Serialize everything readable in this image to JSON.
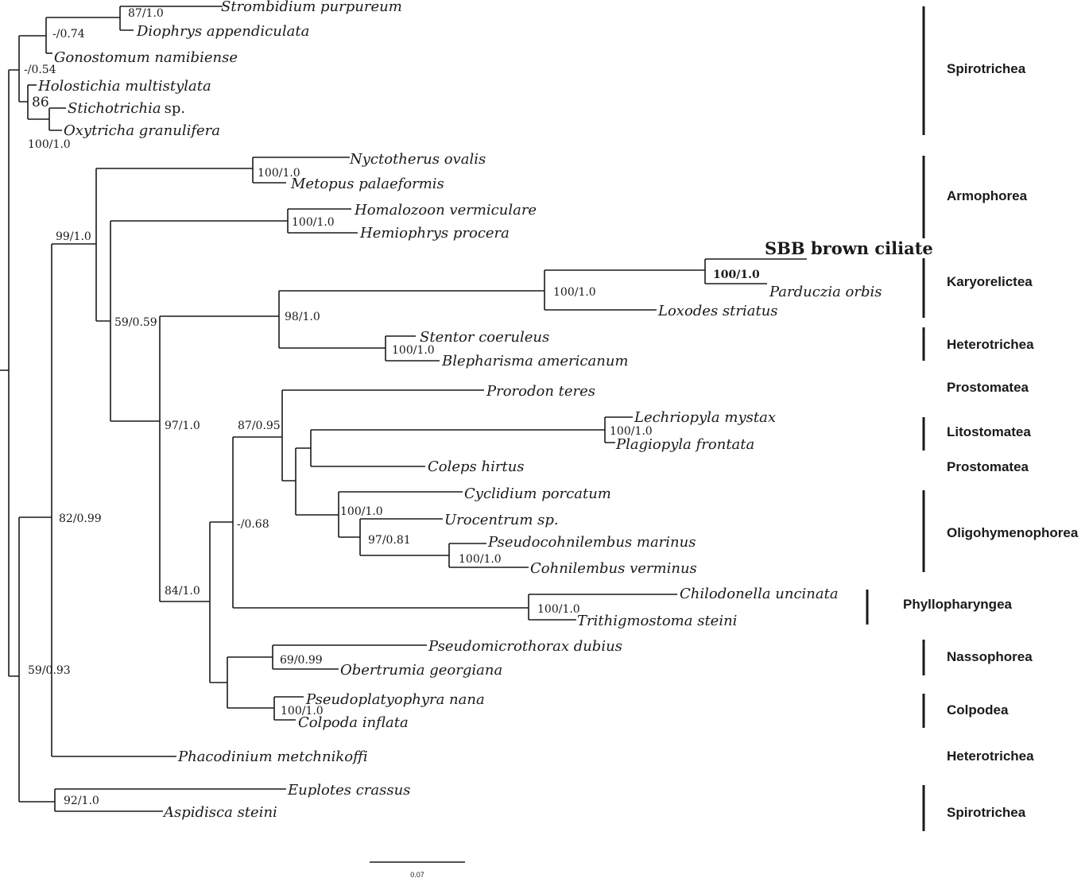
{
  "taxa": {
    "strombidium": "Strombidium purpureum",
    "diophrys": "Diophrys appendiculata",
    "gonostomum": "Gonostomum namibiense",
    "holostichia": "Holostichia multistylata",
    "stichotrichia": "Stichotrichia",
    "stichotrichia_sp": "sp.",
    "oxytricha": "Oxytricha granulifera",
    "nyctotherus": "Nyctotherus ovalis",
    "metopus": "Metopus palaeformis",
    "homalozoon": "Homalozoon vermiculare",
    "hemiophrys": "Hemiophrys procera",
    "sbb": "SBB brown ciliate",
    "parduczia": "Parduczia orbis",
    "loxodes": "Loxodes striatus",
    "stentor": "Stentor coeruleus",
    "blepharisma": "Blepharisma americanum",
    "prorodon": "Prorodon teres",
    "lechriopyla": "Lechriopyla mystax",
    "plagiopyla": "Plagiopyla frontata",
    "coleps": "Coleps hirtus",
    "cyclidium": "Cyclidium porcatum",
    "urocentrum": "Urocentrum sp.",
    "pseudocohnilembus": "Pseudocohnilembus marinus",
    "cohnilembus": "Cohnilembus verminus",
    "chilodonella": "Chilodonella uncinata",
    "trithigmostoma": "Trithigmostoma steini",
    "pseudomicrothorax": "Pseudomicrothorax dubius",
    "obertrumia": "Obertrumia georgiana",
    "pseudoplatyophyra": "Pseudoplatyophyra nana",
    "colpoda": "Colpoda inflata",
    "phacodinium": "Phacodinium metchnikoffi",
    "euplotes": "Euplotes crassus",
    "aspidisca": "Aspidisca steini"
  },
  "support": {
    "s1": "87/1.0",
    "s2": "-/0.74",
    "s3": "-/0.54",
    "s4": "86",
    "s5": "100/1.0",
    "s6": "100/1.0",
    "s7": "100/1.0",
    "s8": "99/1.0",
    "s9": "100/1.0",
    "s10": "100/1.0",
    "s11": "59/0.59",
    "s12": "98/1.0",
    "s13": "100/1.0",
    "s14": "97/1.0",
    "s15": "87/0.95",
    "s16": "100/1.0",
    "s17": "100/1.0",
    "s18": "97/0.81",
    "s19": "100/1.0",
    "s20": "-/0.68",
    "s21": "82/0.99",
    "s22": "100/1.0",
    "s23": "84/1.0",
    "s24": "69/0.99",
    "s25": "100/1.0",
    "s26": "59/0.93",
    "s27": "92/1.0"
  },
  "groups": {
    "g1": "Spirotrichea",
    "g2": "Armophorea",
    "g3": "Karyorelictea",
    "g4": "Heterotrichea",
    "g5": "Prostomatea",
    "g6": "Litostomatea",
    "g7": "Prostomatea",
    "g8": "Oligohymenophorea",
    "g9": "Phyllopharyngea",
    "g10": "Nassophorea",
    "g11": "Colpodea",
    "g12": "Heterotrichea",
    "g13": "Spirotrichea"
  },
  "scale": {
    "label": "0.07"
  }
}
